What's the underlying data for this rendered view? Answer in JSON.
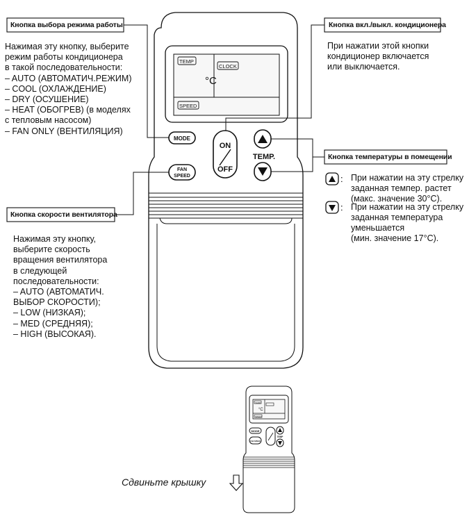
{
  "callouts": {
    "mode": {
      "title": "Кнопка выбора режима работы",
      "lines": [
        "Нажимая эту кнопку, выберите",
        "режим работы кондиционера",
        "в такой последовательности:",
        "– AUTO (АВТОМАТИЧ.РЕЖИМ)",
        "– COOL (ОХЛАЖДЕНИЕ)",
        "– DRY (ОСУШЕНИЕ)",
        "– HEAT (ОБОГРЕВ) (в моделях",
        "с тепловым насосом)",
        "– FAN ONLY (ВЕНТИЛЯЦИЯ)"
      ]
    },
    "power": {
      "title": "Кнопка вкл./выкл. кондиционера",
      "lines": [
        "При нажатии этой кнопки",
        "кондиционер включается",
        "или выключается."
      ]
    },
    "temp": {
      "title": "Кнопка температуры в помещении",
      "up_lines": [
        "При нажатии на эту стрелку",
        "заданная темпер. растет",
        "(макс. значение 30°С)."
      ],
      "down_lines": [
        "При нажатии на эту стрелку",
        "заданная температура",
        "уменьшается",
        "(мин. значение 17°С)."
      ]
    },
    "fan": {
      "title": "Кнопка скорости вентилятора",
      "lines": [
        "Нажимая эту кнопку,",
        "выберите скорость",
        "вращения вентилятора",
        "в следующей",
        "последовательности:",
        "– AUTO (АВТОМАТИЧ.",
        "ВЫБОР СКОРОСТИ);",
        "– LOW (НИЗКАЯ);",
        "– MED (СРЕДНЯЯ);",
        "– HIGH (ВЫСОКАЯ)."
      ]
    }
  },
  "remote": {
    "display": {
      "temp_tag": "TEMP",
      "unit": "°C",
      "clock_tag": "CLOCK",
      "speed_tag": "SPEED"
    },
    "buttons": {
      "mode": "MODE",
      "on": "ON",
      "off": "OFF",
      "temp": "TEMP.",
      "fan_line1": "FAN",
      "fan_line2": "SPEED"
    }
  },
  "small_remote": {
    "display": {
      "temp_tag": "TEMP",
      "unit": "°C",
      "speed_tag": "SPEED"
    },
    "buttons": {
      "mode": "MODE",
      "fan": "FAN SPEED",
      "temp": "TEMP"
    }
  },
  "slide_caption": "Сдвиньте крышку",
  "colors": {
    "line": "#111111",
    "paper": "#ffffff",
    "screen": "#f2f2f2",
    "rib": "#e0e0e0"
  }
}
